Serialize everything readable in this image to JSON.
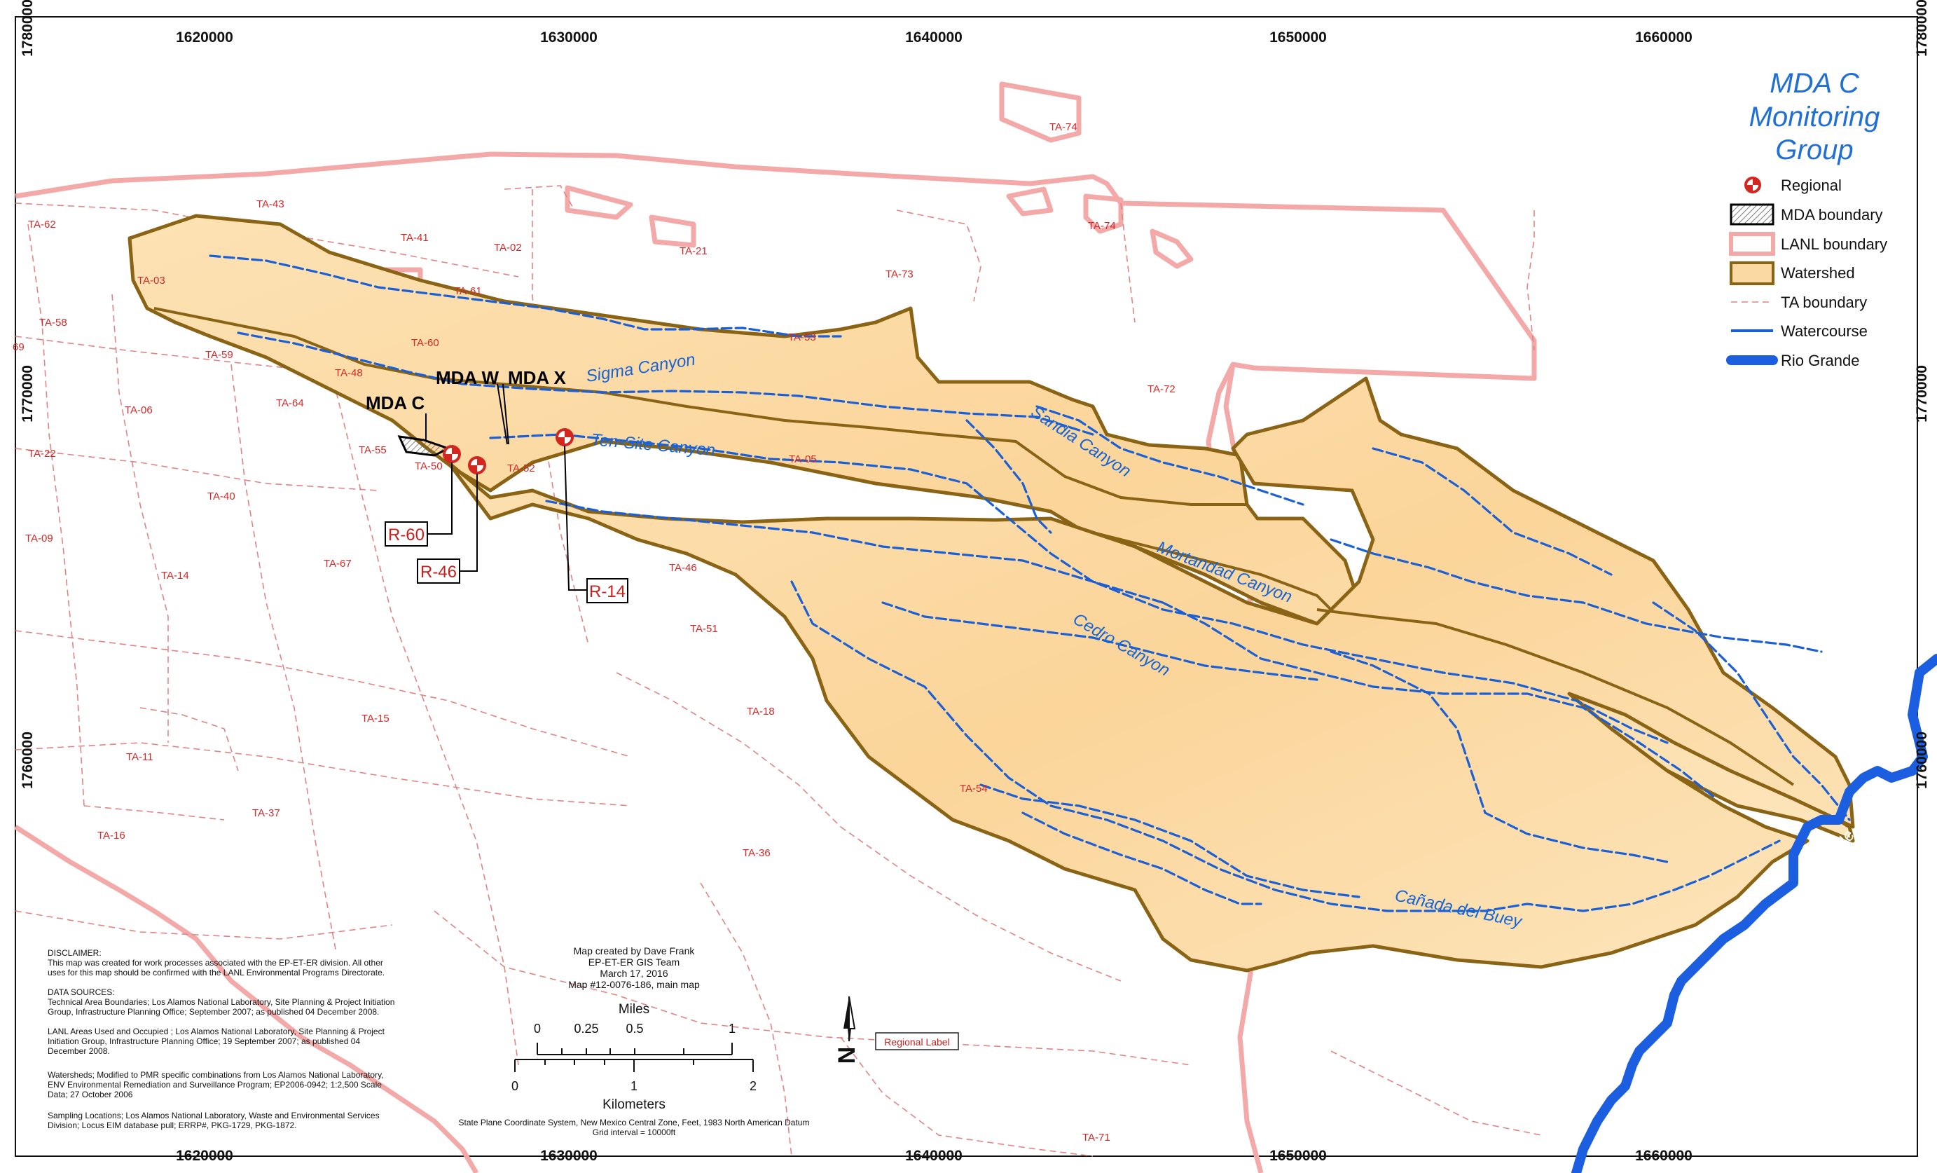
{
  "legend": {
    "title_line1": "MDA C",
    "title_line2": "Monitoring",
    "title_line3": "Group",
    "items": [
      {
        "label": "Regional",
        "icon": "regional-well-icon"
      },
      {
        "label": "MDA boundary",
        "icon": "mda-boundary-swatch"
      },
      {
        "label": "LANL boundary",
        "icon": "lanl-boundary-swatch"
      },
      {
        "label": "Watershed",
        "icon": "watershed-swatch"
      },
      {
        "label": "TA boundary",
        "icon": "ta-boundary-line"
      },
      {
        "label": "Watercourse",
        "icon": "watercourse-line"
      },
      {
        "label": "Rio Grande",
        "icon": "rio-grande-line"
      }
    ]
  },
  "colors": {
    "watershed_fill": "#fbd9a3",
    "watershed_outline": "#8a6314",
    "lanl_boundary": "#f2a6a6",
    "ta_boundary": "#e07a7a",
    "watercourse": "#1a5fd6",
    "rio_grande": "#1b5fe0",
    "label_red": "#d12a2a",
    "title_blue": "#1f6fd6"
  },
  "grid": {
    "x_top": [
      "1620000",
      "1630000",
      "1640000",
      "1650000",
      "1660000"
    ],
    "x_bottom": [
      "1620000",
      "1630000",
      "1640000",
      "1650000",
      "1660000"
    ],
    "y_left": [
      "1780000",
      "1770000",
      "1760000"
    ],
    "y_right": [
      "1780000",
      "1770000",
      "1760000"
    ]
  },
  "technical_areas": [
    "TA-74",
    "TA-43",
    "TA-62",
    "TA-41",
    "TA-02",
    "TA-21",
    "TA-74",
    "TA-03",
    "TA-73",
    "TA-61",
    "TA-58",
    "TA-60",
    "TA-53",
    "69",
    "TA-59",
    "TA-48",
    "TA-72",
    "TA-64",
    "TA-06",
    "TA-55",
    "TA-22",
    "TA-50",
    "TA-52",
    "TA-05",
    "TA-40",
    "TA-09",
    "TA-67",
    "TA-46",
    "TA-14",
    "TA-51",
    "TA-18",
    "TA-15",
    "TA-11",
    "TA-54",
    "TA-37",
    "TA-16",
    "TA-36",
    "TA-71"
  ],
  "canyons": [
    "Sigma Canyon",
    "Ten-Site Canyon",
    "Sandia Canyon",
    "Mortandad Canyon",
    "Cedro Canyon",
    "Cañada del Buey",
    "Rio Grande"
  ],
  "mdas": [
    "MDA C",
    "MDA W",
    "MDA X"
  ],
  "wells": [
    "R-60",
    "R-46",
    "R-14"
  ],
  "regional_label_key": "Regional Label",
  "disclaimer": {
    "heading": "DISCLAIMER:",
    "body_1": "This map was created for work processes associated with the EP-ET-ER division.  All other",
    "body_2": "uses for this map should be confirmed with the LANL Environmental Programs Directorate.",
    "sources_heading": "DATA SOURCES:",
    "s1a": "Technical Area Boundaries; Los Alamos National Laboratory, Site Planning & Project Initiation",
    "s1b": "Group, Infrastructure Planning Office; September 2007; as published 04 December 2008.",
    "s2a": "LANL Areas Used and Occupied ; Los Alamos National Laboratory, Site Planning & Project",
    "s2b": "Initiation Group, Infrastructure Planning Office; 19 September 2007; as published 04",
    "s2c": "December 2008.",
    "s3a": "Watersheds; Modified to PMR specific combinations from Los Alamos National Laboratory,",
    "s3b": "ENV Environmental Remediation and Surveillance Program; EP2006-0942; 1:2,500 Scale",
    "s3c": "Data; 27 October 2006",
    "s4a": "Sampling Locations; Los Alamos National Laboratory, Waste and Environmental Services",
    "s4b": "Division; Locus EIM database pull; ERRP#, PKG-1729, PKG-1872."
  },
  "credits": {
    "line1": "Map created by Dave Frank",
    "line2": "EP-ET-ER GIS Team",
    "line3": "March 17, 2016",
    "line4": "Map #12-0076-186, main map"
  },
  "scale": {
    "miles_title": "Miles",
    "miles_ticks": [
      "0",
      "0.25",
      "0.5",
      "1"
    ],
    "km_ticks": [
      "0",
      "1",
      "2"
    ],
    "km_title": "Kilometers",
    "projection": "State Plane Coordinate System, New Mexico Central Zone, Feet, 1983 North American Datum",
    "grid_interval": "Grid interval = 10000ft"
  },
  "north_arrow": "N"
}
